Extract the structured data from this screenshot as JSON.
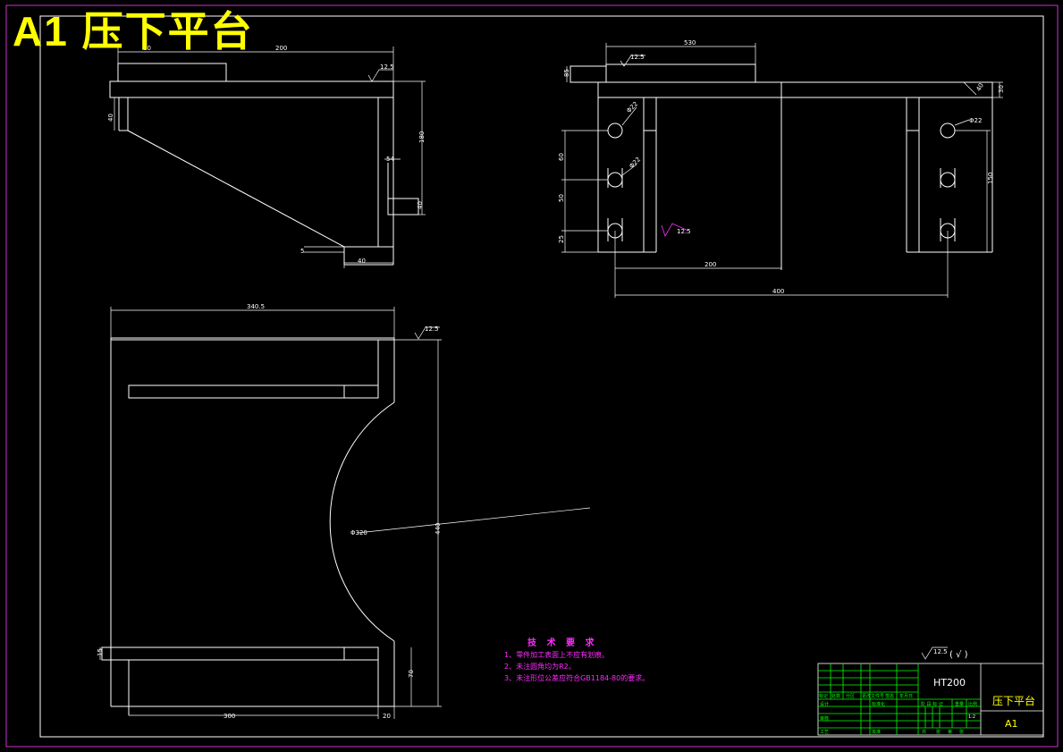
{
  "drawing": {
    "sheet_size": "A1",
    "title": "压下平台",
    "material": "HT200",
    "roughness_general": "12.5",
    "roughness_note": "( √ )"
  },
  "technical_requirements": {
    "heading": "技 术 要 求",
    "items": [
      "1、零件加工表面上不应有划痕。",
      "2、未注圆角均为R2。",
      "3、未注形位公差应符合GB1184-80的要求。"
    ]
  },
  "dimensions": {
    "top_left_view": {
      "d200": "200",
      "d80": "80",
      "d40_left": "40",
      "d180": "180",
      "d54": "54",
      "d40_right": "40",
      "d5": "5",
      "d40_bottom": "40",
      "rough": "12.5"
    },
    "top_right_view": {
      "d530": "530",
      "d85": "85",
      "d40": "40",
      "d30": "30",
      "d22_a": "Φ22",
      "d22_b": "Φ22",
      "d22_c": "Φ22",
      "d60": "60",
      "d50": "50",
      "d25": "25",
      "d150": "150",
      "d200": "200",
      "d400": "400",
      "rough_top": "12.5",
      "rough_hole": "12.5"
    },
    "bottom_view": {
      "d340_5": "340.5",
      "d440": "440",
      "d320": "Φ320",
      "d15": "15",
      "d70": "70",
      "d300": "300",
      "d20": "20",
      "rough": "12.5"
    }
  },
  "title_block": {
    "row_labels": [
      "标记",
      "处数",
      "分区",
      "更改文件号",
      "签名",
      "年月日"
    ],
    "left_labels": [
      "设计",
      "审核",
      "工艺"
    ],
    "mid_labels": [
      "标准化",
      "批准"
    ],
    "stage_labels": [
      "阶 段 标 记",
      "重量",
      "比例"
    ],
    "sheet_labels": [
      "共",
      "张",
      "第",
      "张"
    ],
    "scale": "1:2"
  },
  "colors": {
    "border": "#cc33cc",
    "lines": "#ffffff",
    "title": "#ffff00",
    "notes": "#ff2bff",
    "titleblock": "#00ff00"
  }
}
